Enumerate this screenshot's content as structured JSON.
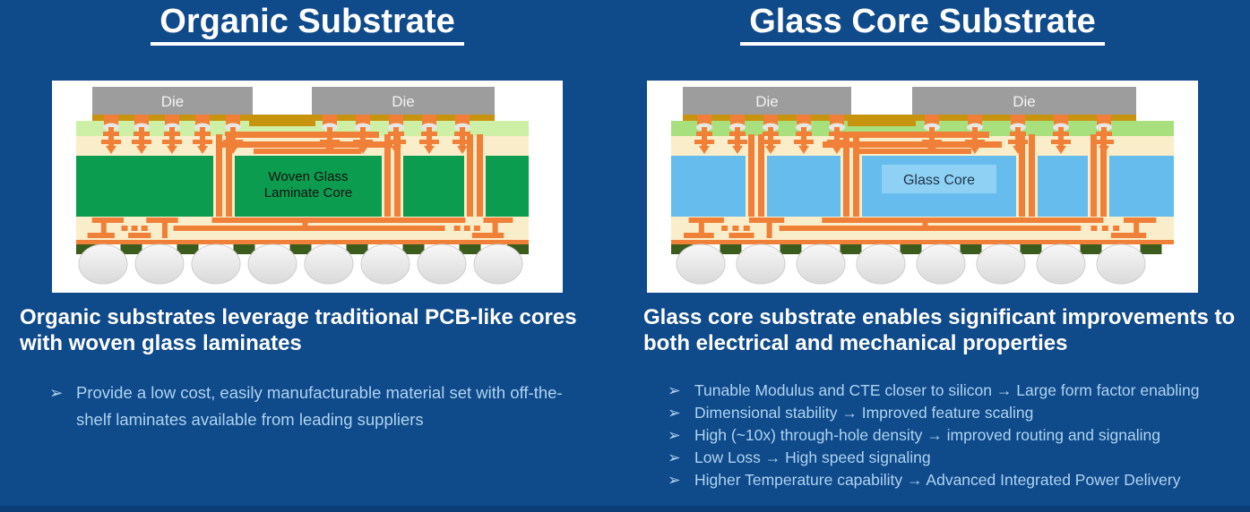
{
  "colors": {
    "background": "#0f4a8a",
    "bottom_bar": "#0c3d74",
    "title_text": "#ffffff",
    "subtitle_text": "#ffffff",
    "bullet_text": "#aed3f0",
    "panel_bg": "#ffffff",
    "die_fill": "#9d9d9d",
    "die_text": "#f2f2f2",
    "gold": "#c8930e",
    "layer_green_left": "#cdefa6",
    "layer_green_right": "#a9e07e",
    "layer_cream": "#faedc9",
    "copper": "#f08038",
    "bump_pad": "#e9e6e1",
    "core_green": "#0c9c4f",
    "core_green_text": "#111111",
    "core_blue": "#66bcec",
    "glass_label_bg": "#8ed1f4",
    "glass_label_text": "#1f3347",
    "ball_pad": "#3c5c1e",
    "ball_light": "#f8f8f8",
    "ball_dark": "#d9d9d9"
  },
  "left": {
    "title": "Organic Substrate",
    "subtitle": "Organic substrates leverage traditional PCB-like cores with woven glass laminates",
    "bullets": [
      "Provide a low cost, easily manufacturable material set with off-the-shelf laminates available from leading suppliers"
    ],
    "diagram": {
      "die_label": "Die",
      "core_label": [
        "Woven Glass",
        "Laminate Core"
      ],
      "die_count": 2,
      "solder_ball_count": 8
    }
  },
  "right": {
    "title": "Glass Core Substrate",
    "subtitle": "Glass core substrate enables significant improvements to both electrical and mechanical properties",
    "bullets": [
      "Tunable Modulus and CTE closer to silicon → Large form factor enabling",
      "Dimensional stability → Improved feature scaling",
      "High (~10x) through-hole density → improved routing and signaling",
      "Low Loss → High speed signaling",
      "Higher Temperature capability → Advanced Integrated Power Delivery"
    ],
    "diagram": {
      "die_label": "Die",
      "core_label": [
        "Glass Core"
      ],
      "die_count": 2,
      "solder_ball_count": 8
    }
  }
}
